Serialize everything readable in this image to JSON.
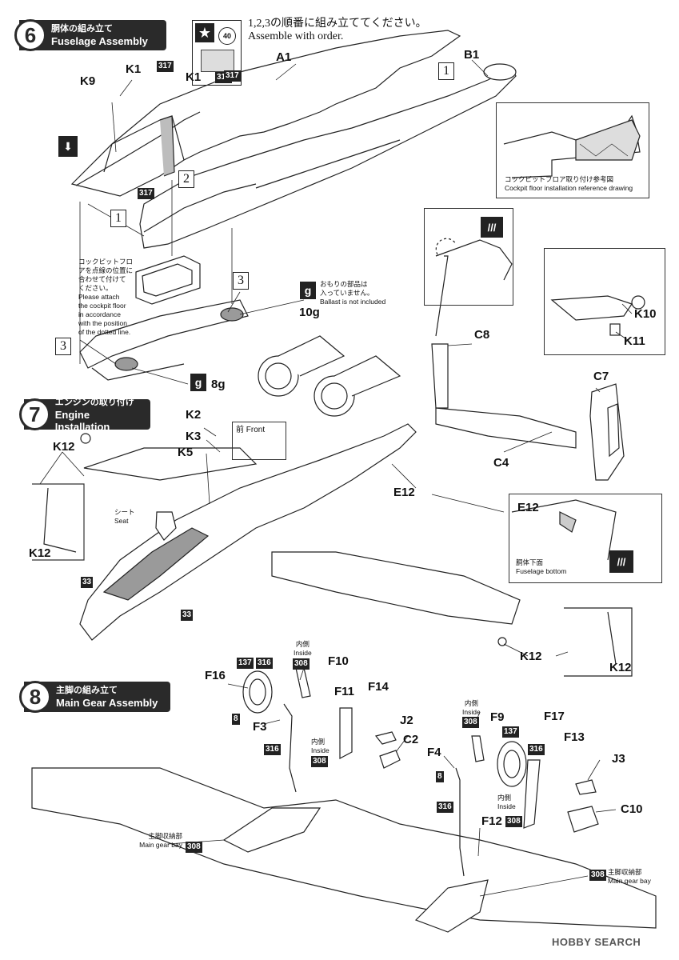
{
  "step6": {
    "num": "6",
    "jp": "胴体の組み立て",
    "en": "Fuselage Assembly"
  },
  "step7": {
    "num": "7",
    "jp": "エンジンの取り付け",
    "en": "Engine Installation"
  },
  "step8": {
    "num": "8",
    "jp": "主脚の組み立て",
    "en": "Main Gear Assembly"
  },
  "order_note": {
    "jp": "1,2,3の順番に組み立ててください。",
    "en": "Assemble with order."
  },
  "decal_ref": {
    "num": "40",
    "color": "317"
  },
  "cockpit_ref": {
    "jp": "コックピットフロア取り付け参考図",
    "en": "Cockpit floor installation reference drawing"
  },
  "cockpit_attach": {
    "jp1": "コックピットフロ",
    "jp2": "アを点線の位置に",
    "jp3": "合わせて付けて",
    "jp4": "ください。",
    "en1": "Please attach",
    "en2": "the cockpit floor",
    "en3": "in accordance",
    "en4": "with the position",
    "en5": "of the dotted line."
  },
  "ballast": {
    "jp1": "おもりの部品は",
    "jp2": "入っていません。",
    "en": "Ballast is not included",
    "w1": "10g",
    "w2": "8g",
    "g": "g"
  },
  "front": {
    "label": "前 Front"
  },
  "seat": {
    "jp": "シート",
    "en": "Seat"
  },
  "fus_bottom": {
    "jp": "胴体下面",
    "en": "Fuselage bottom"
  },
  "inside": {
    "jp": "内側",
    "en": "Inside"
  },
  "gearbay": {
    "jp": "主脚収納部",
    "en": "Main gear bay"
  },
  "steps": {
    "s1": "1",
    "s2": "2",
    "s3": "3"
  },
  "parts": {
    "A1": "A1",
    "B1": "B1",
    "K9": "K9",
    "K1a": "K1",
    "K1b": "K1",
    "C8": "C8",
    "C7": "C7",
    "C4": "C4",
    "K10": "K10",
    "K11": "K11",
    "K2": "K2",
    "K3": "K3",
    "K5": "K5",
    "K12a": "K12",
    "K12b": "K12",
    "K12c": "K12",
    "K12d": "K12",
    "E12a": "E12",
    "E12b": "E12",
    "F16": "F16",
    "F10": "F10",
    "F11": "F11",
    "F14": "F14",
    "F3": "F3",
    "J2": "J2",
    "C2": "C2",
    "F9": "F9",
    "F17": "F17",
    "F4": "F4",
    "F13": "F13",
    "J3": "J3",
    "C10": "C10",
    "F12": "F12"
  },
  "colors": {
    "c317": "317",
    "c33": "33",
    "c137": "137",
    "c316": "316",
    "c308": "308",
    "c8": "8"
  },
  "watermark": "HOBBY SEARCH",
  "brand_colors": {
    "ink": "#111111",
    "dark": "#2a2a2a",
    "panel": "#e6e6e6",
    "shade": "#9a9a9a"
  }
}
